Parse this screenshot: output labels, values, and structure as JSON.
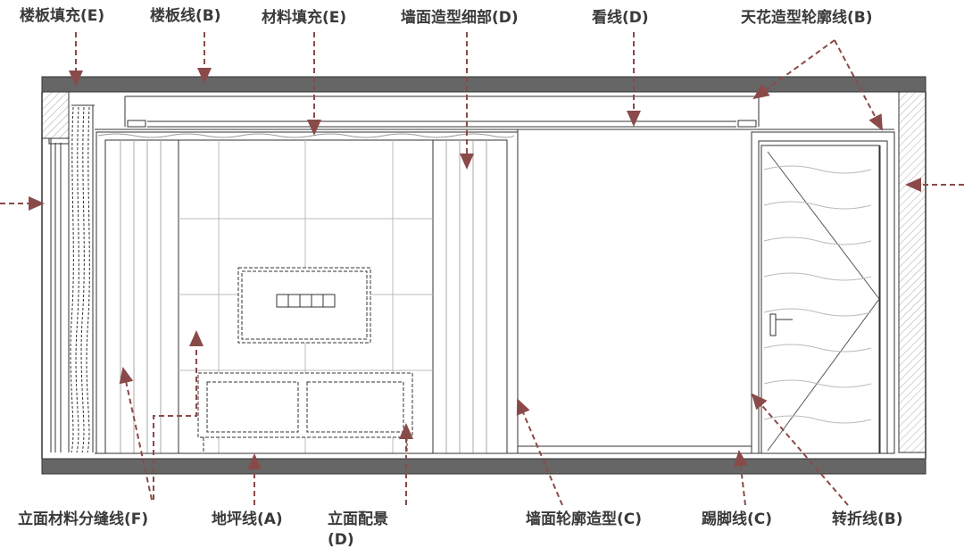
{
  "labels": {
    "floor_fill": "楼板填充(E)",
    "floor_line": "楼板线(B)",
    "material_fill": "材料填充(E)",
    "wall_detail": "墙面造型细部(D)",
    "visible_line": "看线(D)",
    "ceiling_outline": "天花造型轮廓线(B)",
    "material_joint": "立面材料分缝线(F)",
    "ground_line": "地坪线(A)",
    "elevation_furniture_1": "立面配景",
    "elevation_furniture_2": "(D)",
    "wall_outline": "墙面轮廓造型(C)",
    "skirting": "踢脚线(C)",
    "fold_line": "转折线(B)"
  },
  "colors": {
    "arrow": "#8b4a4a",
    "slab": "#666666",
    "line": "#333333"
  }
}
